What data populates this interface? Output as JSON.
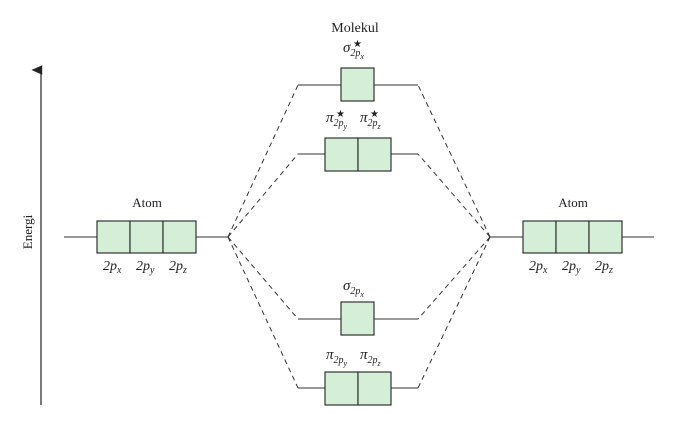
{
  "title": "Molekul",
  "axis_label": "Energi",
  "left_atom": {
    "label": "Atom",
    "orbitals": [
      {
        "base": "2p",
        "sub": "x"
      },
      {
        "base": "2p",
        "sub": "y"
      },
      {
        "base": "2p",
        "sub": "z"
      }
    ]
  },
  "right_atom": {
    "label": "Atom",
    "orbitals": [
      {
        "base": "2p",
        "sub": "x"
      },
      {
        "base": "2p",
        "sub": "y"
      },
      {
        "base": "2p",
        "sub": "z"
      }
    ]
  },
  "molecular_orbitals": [
    {
      "id": "sigma-star-2px",
      "labels": [
        {
          "greek": "σ",
          "sub": "2p",
          "subsub": "x",
          "star": "★"
        }
      ]
    },
    {
      "id": "pi-star-2py-2pz",
      "labels": [
        {
          "greek": "π",
          "sub": "2p",
          "subsub": "y",
          "star": "★"
        },
        {
          "greek": "π",
          "sub": "2p",
          "subsub": "z",
          "star": "★"
        }
      ]
    },
    {
      "id": "sigma-2px",
      "labels": [
        {
          "greek": "σ",
          "sub": "2p",
          "subsub": "x",
          "star": ""
        }
      ]
    },
    {
      "id": "pi-2py-2pz",
      "labels": [
        {
          "greek": "π",
          "sub": "2p",
          "subsub": "y",
          "star": ""
        },
        {
          "greek": "π",
          "sub": "2p",
          "subsub": "z",
          "star": ""
        }
      ]
    }
  ],
  "colors": {
    "box_fill": "#d4eed8",
    "stroke": "#333333"
  }
}
